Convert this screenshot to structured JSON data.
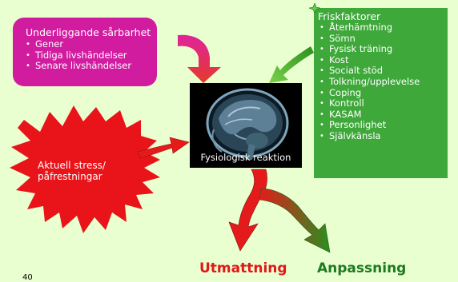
{
  "vulnerability": {
    "title": "Underliggande sårbarhet",
    "items": [
      "Gener",
      "Tidiga livshändelser",
      "Senare livshändelser"
    ]
  },
  "protective_factors": {
    "title": "Friskfaktorer",
    "items": [
      "Återhämtning",
      "Sömn",
      "Fysisk träning",
      "Kost",
      "Socialt stöd",
      "Tolkning/upplevelse",
      "Coping",
      "Kontroll",
      "KASAM",
      "Personlighet",
      "Självkänsla"
    ]
  },
  "stress": {
    "label": "Aktuell stress/ påfrestningar"
  },
  "reaction": {
    "label": "Fysiologisk reaktion"
  },
  "outcomes": {
    "exhaustion": "Utmattning",
    "adaptation": "Anpassning"
  },
  "page_number": "40",
  "colors": {
    "background": "#eaffd0",
    "vulnerability": "#d11ca0",
    "protective": "#3fa83a",
    "stress": "#e8141a",
    "exhaustion_text": "#e01818",
    "adaptation_text": "#1f7a1f"
  }
}
